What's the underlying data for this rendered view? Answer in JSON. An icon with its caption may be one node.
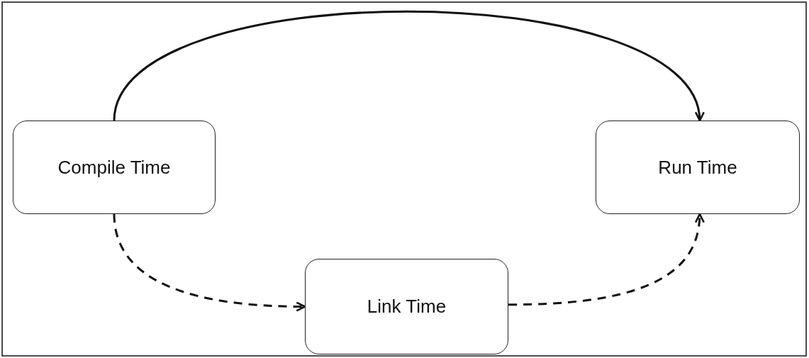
{
  "diagram": {
    "nodes": [
      {
        "text": [
          "Compile Time"
        ]
      },
      {
        "text": [
          "Run Time"
        ]
      },
      {
        "text": [
          "Link Time"
        ]
      }
    ],
    "edges": [
      {
        "from": 0,
        "to": 1,
        "arrow": "to"
      },
      {
        "from": 0,
        "to": 2,
        "arrow": "to",
        "style": "dashed"
      },
      {
        "from": 2,
        "to": 1,
        "arrow": "to",
        "style": "dashed"
      }
    ]
  }
}
